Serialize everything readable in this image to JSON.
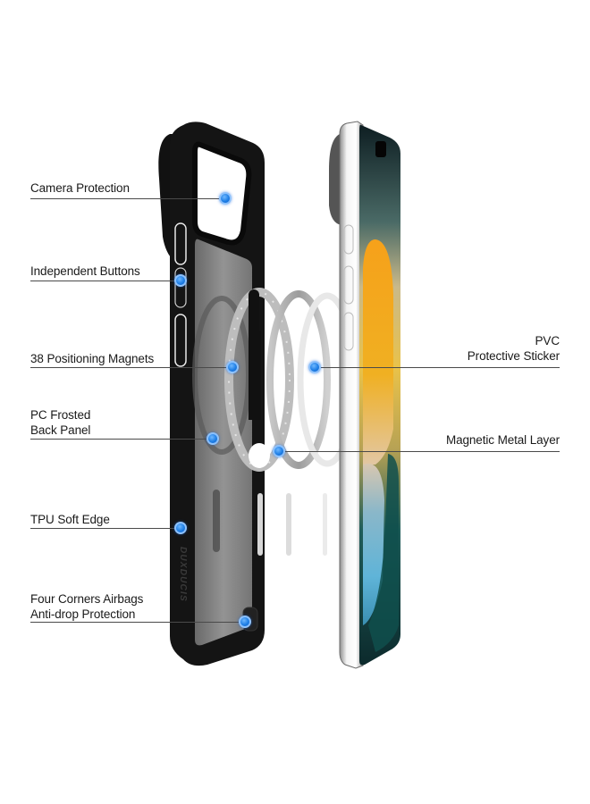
{
  "product": {
    "brand_mark": "DUXDUCIS",
    "accent_color": "#1f7fe6"
  },
  "callouts": {
    "camera_protection": "Camera Protection",
    "independent_buttons": "Independent Buttons",
    "positioning_magnets": "38 Positioning Magnets",
    "pc_frosted_line1": "PC Frosted",
    "pc_frosted_line2": "Back Panel",
    "tpu_soft_edge": "TPU Soft Edge",
    "airbags_line1": "Four Corners Airbags",
    "airbags_line2": "Anti-drop Protection",
    "pvc_line1": "PVC",
    "pvc_line2": "Protective Sticker",
    "magnetic_metal_layer": "Magnetic Metal Layer"
  }
}
